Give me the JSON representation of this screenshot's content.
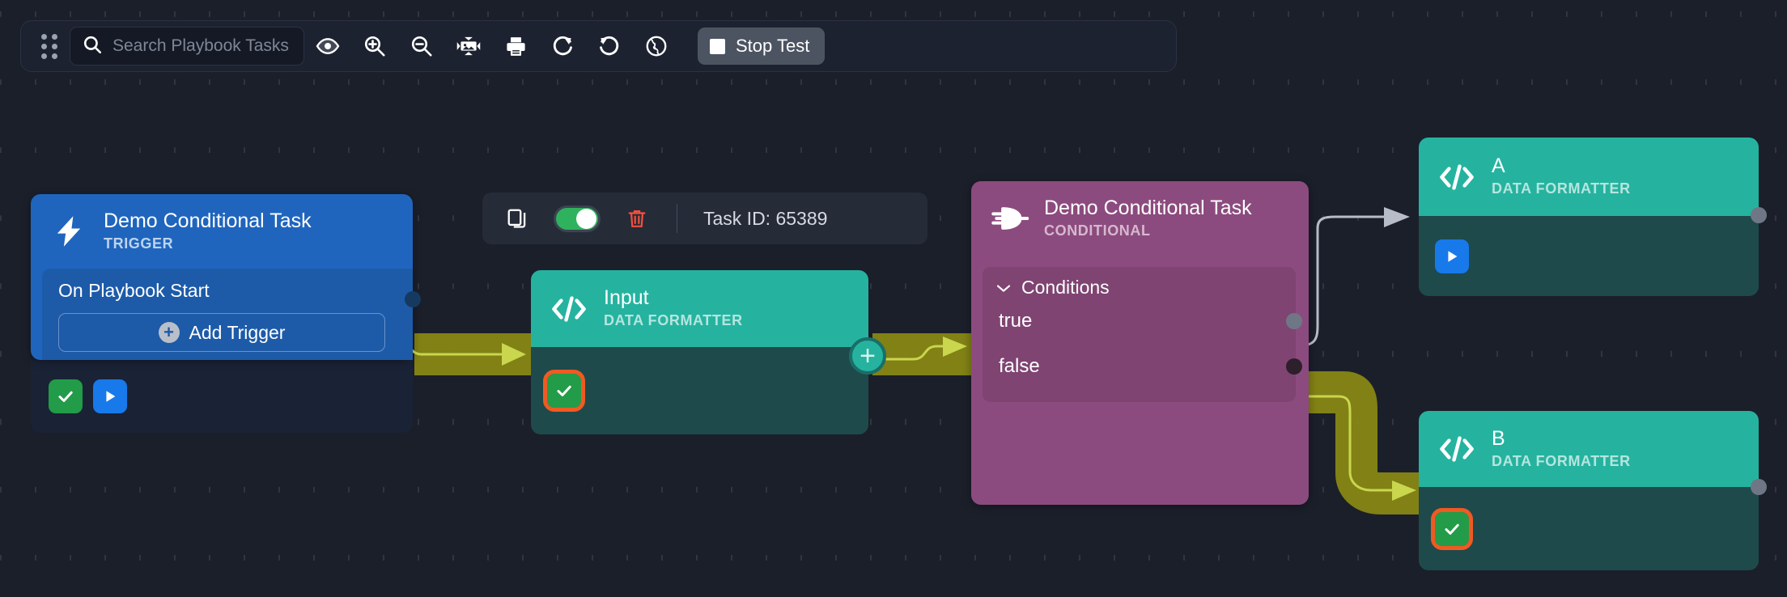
{
  "toolbar": {
    "drag_handle_icon": "drag-dots-icon",
    "search": {
      "placeholder": "Search Playbook Tasks",
      "value": "",
      "icon": "search-icon"
    },
    "icons": [
      {
        "name": "eye-icon",
        "label": "Toggle visibility"
      },
      {
        "name": "zoom-in-icon",
        "label": "Zoom in"
      },
      {
        "name": "zoom-out-icon",
        "label": "Zoom out"
      },
      {
        "name": "fit-view-icon",
        "label": "Fit view"
      },
      {
        "name": "print-icon",
        "label": "Print"
      },
      {
        "name": "redo-icon",
        "label": "Redo"
      },
      {
        "name": "undo-icon",
        "label": "Undo"
      },
      {
        "name": "globe-icon",
        "label": "Globe"
      }
    ],
    "stop_test": {
      "label": "Stop Test",
      "icon": "stop-square-icon",
      "bg": "#4c5462"
    }
  },
  "node_toolbar": {
    "copy_icon": "copy-icon",
    "toggle": {
      "state": "on",
      "color": "#2FB25E"
    },
    "delete_icon": "trash-icon",
    "task_id": "Task ID: 65389"
  },
  "nodes": {
    "trigger": {
      "title": "Demo Conditional Task",
      "subtitle": "TRIGGER",
      "icon": "lightning-bolt-icon",
      "body_label": "On Playbook Start",
      "add_button": "Add Trigger",
      "color": "#1f65bd",
      "footer_icons": [
        {
          "name": "check-chip",
          "style": "green"
        },
        {
          "name": "run-chip",
          "style": "blue"
        }
      ]
    },
    "input": {
      "title": "Input",
      "subtitle": "DATA FORMATTER",
      "icon": "code-brackets-icon",
      "color": "#25b3a0",
      "plus_icon": "add-node-icon",
      "footer_icons": [
        {
          "name": "check-chip",
          "style": "green-highlighted"
        }
      ]
    },
    "conditional": {
      "title": "Demo Conditional Task",
      "subtitle": "CONDITIONAL",
      "icon": "logic-gate-icon",
      "color": "#8c4b7e",
      "section_label": "Conditions",
      "section_chevron": "chevron-down-icon",
      "conditions": [
        {
          "label": "true",
          "port_active": true
        },
        {
          "label": "false",
          "port_active": false
        }
      ],
      "footer_icons": [
        {
          "name": "check-chip",
          "style": "green-highlighted"
        }
      ]
    },
    "a": {
      "title": "A",
      "subtitle": "DATA FORMATTER",
      "icon": "code-brackets-icon",
      "color": "#25b3a0",
      "footer_icons": [
        {
          "name": "run-chip",
          "style": "blue"
        }
      ]
    },
    "b": {
      "title": "B",
      "subtitle": "DATA FORMATTER",
      "icon": "code-brackets-icon",
      "color": "#25b3a0",
      "footer_icons": [
        {
          "name": "check-chip",
          "style": "green-highlighted"
        }
      ]
    }
  },
  "edges": [
    {
      "from": "trigger",
      "to": "input",
      "state": "executed",
      "color": "#8a8a14"
    },
    {
      "from": "input",
      "to": "conditional",
      "state": "executed",
      "color": "#8a8a14"
    },
    {
      "from": "conditional.true",
      "to": "a",
      "state": "idle",
      "color": "#b6bcc8"
    },
    {
      "from": "conditional.false",
      "to": "b",
      "state": "executed",
      "color": "#8a8a14"
    }
  ],
  "canvas": {
    "background": "#1b1f2a",
    "grid": "dashes"
  }
}
